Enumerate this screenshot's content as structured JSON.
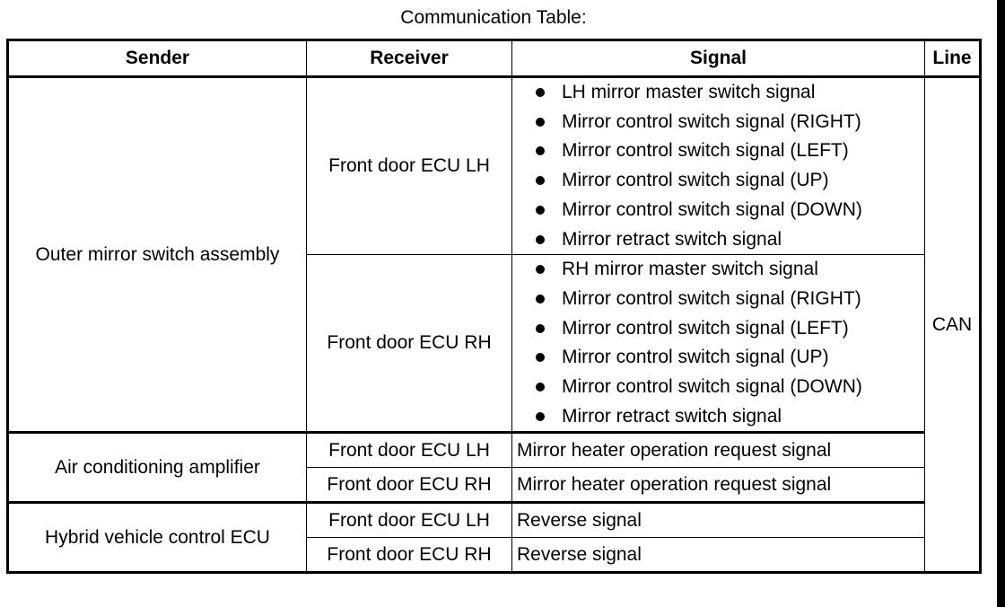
{
  "caption": "Communication Table:",
  "headers": {
    "sender": "Sender",
    "receiver": "Receiver",
    "signal": "Signal",
    "line": "Line"
  },
  "line_value": "CAN",
  "groups": [
    {
      "sender": "Outer mirror switch assembly",
      "rows": [
        {
          "receiver": "Front door ECU LH",
          "signals": [
            "LH mirror master switch signal",
            "Mirror control switch signal (RIGHT)",
            "Mirror control switch signal (LEFT)",
            "Mirror control switch signal (UP)",
            "Mirror control switch signal (DOWN)",
            "Mirror retract switch signal"
          ]
        },
        {
          "receiver": "Front door ECU RH",
          "signals": [
            "RH mirror master switch signal",
            "Mirror control switch signal (RIGHT)",
            "Mirror control switch signal (LEFT)",
            "Mirror control switch signal (UP)",
            "Mirror control switch signal (DOWN)",
            "Mirror retract switch signal"
          ]
        }
      ]
    },
    {
      "sender": "Air conditioning amplifier",
      "rows": [
        {
          "receiver": "Front door ECU LH",
          "signal": "Mirror heater operation request signal"
        },
        {
          "receiver": "Front door ECU RH",
          "signal": "Mirror heater operation request signal"
        }
      ]
    },
    {
      "sender": "Hybrid vehicle control ECU",
      "rows": [
        {
          "receiver": "Front door ECU LH",
          "signal": "Reverse signal"
        },
        {
          "receiver": "Front door ECU RH",
          "signal": "Reverse signal"
        }
      ]
    }
  ]
}
